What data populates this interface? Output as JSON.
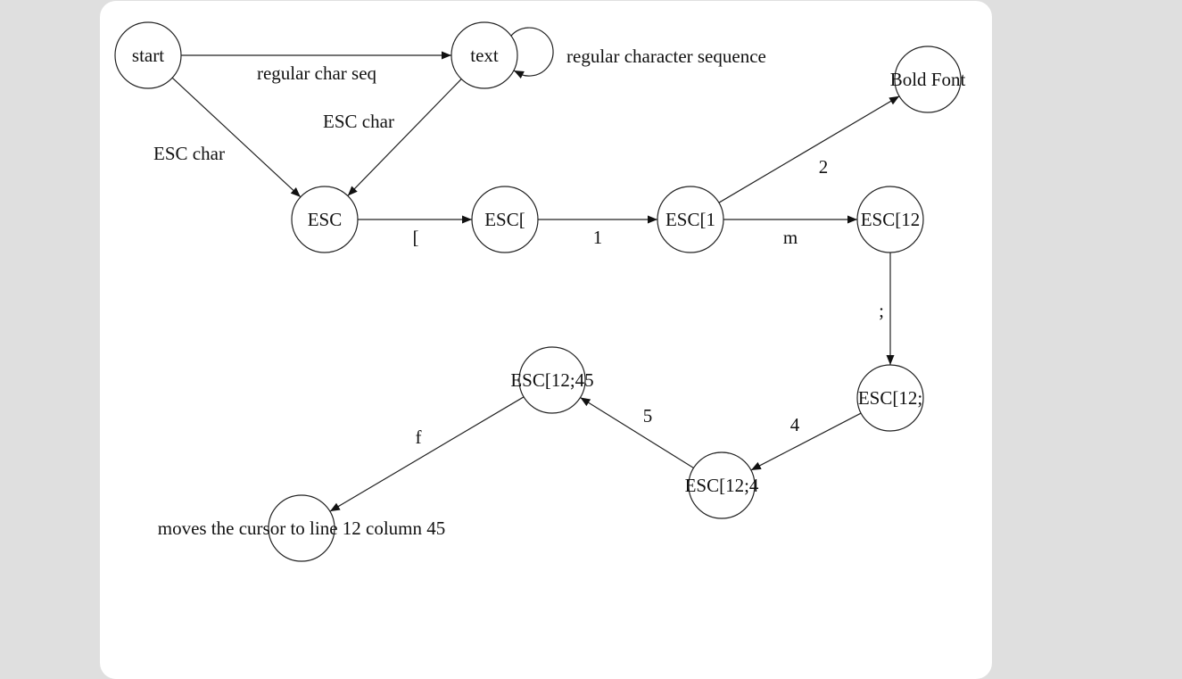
{
  "diagram": {
    "nodes": [
      {
        "id": "start",
        "label": "start"
      },
      {
        "id": "text",
        "label": "text"
      },
      {
        "id": "bold",
        "label": "Bold Font"
      },
      {
        "id": "esc",
        "label": "ESC"
      },
      {
        "id": "esc_bracket",
        "label": "ESC["
      },
      {
        "id": "esc1",
        "label": "ESC[1"
      },
      {
        "id": "esc12",
        "label": "ESC[12"
      },
      {
        "id": "esc12semi",
        "label": "ESC[12;"
      },
      {
        "id": "esc12_4",
        "label": "ESC[12;4"
      },
      {
        "id": "esc12_45",
        "label": "ESC[12;45"
      },
      {
        "id": "moves",
        "label": "moves the cursor to line 12 column 45"
      }
    ],
    "edges": [
      {
        "from": "start",
        "to": "text",
        "label": "regular char seq"
      },
      {
        "from": "text",
        "to": "text",
        "label": "regular character sequence"
      },
      {
        "from": "start",
        "to": "esc",
        "label": "ESC char"
      },
      {
        "from": "text",
        "to": "esc",
        "label": "ESC char"
      },
      {
        "from": "esc",
        "to": "esc_bracket",
        "label": "["
      },
      {
        "from": "esc_bracket",
        "to": "esc1",
        "label": "1"
      },
      {
        "from": "esc1",
        "to": "bold",
        "label": "m"
      },
      {
        "from": "esc1",
        "to": "esc12",
        "label": "2"
      },
      {
        "from": "esc12",
        "to": "esc12semi",
        "label": ";"
      },
      {
        "from": "esc12semi",
        "to": "esc12_4",
        "label": "4"
      },
      {
        "from": "esc12_4",
        "to": "esc12_45",
        "label": "5"
      },
      {
        "from": "esc12_45",
        "to": "moves",
        "label": "f"
      }
    ]
  }
}
